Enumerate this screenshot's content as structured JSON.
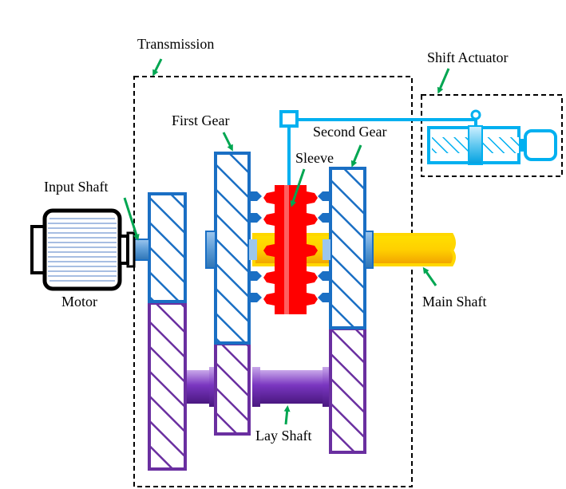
{
  "labels": {
    "transmission": "Transmission",
    "shift_actuator": "Shift Actuator",
    "first_gear": "First Gear",
    "second_gear": "Second Gear",
    "sleeve": "Sleeve",
    "input_shaft": "Input Shaft",
    "motor": "Motor",
    "main_shaft": "Main Shaft",
    "lay_shaft": "Lay Shaft"
  },
  "colors": {
    "blue_gear": "#1a6fc4",
    "purple_gear": "#6a2fa0",
    "sleeve_red": "#ff0000",
    "main_shaft_yellow": "#ffc000",
    "actuator_cyan": "#00b0f0",
    "arrow_green": "#00a651"
  }
}
